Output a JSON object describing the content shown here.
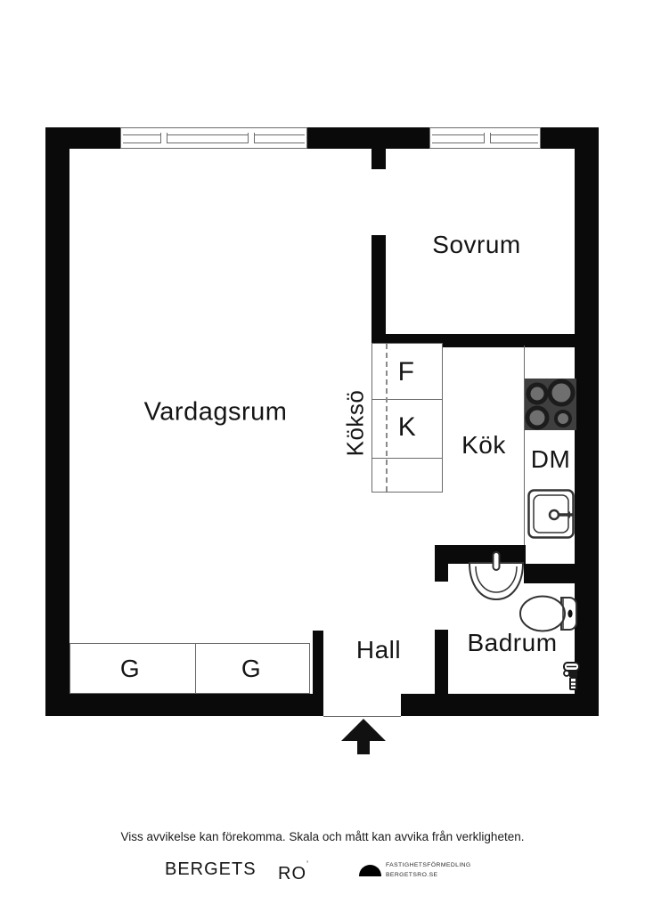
{
  "plan": {
    "rooms": {
      "vardagsrum": "Vardagsrum",
      "sovrum": "Sovrum",
      "kok": "Kök",
      "hall": "Hall",
      "badrum": "Badrum"
    },
    "fixtures": {
      "kokso": "Köksö",
      "freezer": "F",
      "fridge": "K",
      "dishwasher": "DM",
      "wardrobe_1": "G",
      "wardrobe_2": "G"
    }
  },
  "footer": {
    "disclaimer": "Viss avvikelse kan förekomma. Skala och mått kan avvika från verkligheten.",
    "brand": {
      "word_1": "BERGETS",
      "word_2": "RO",
      "mark": "’",
      "tagline_line_1": "FASTIGHETSFÖRMEDLING",
      "tagline_line_2": "BERGETSRO.SE"
    }
  },
  "colors": {
    "wall": "#0a0a0a",
    "thin_line": "#6b6b6b",
    "stove_body": "#3f3f3f",
    "burner_ring": "#1c1c1c",
    "burner_center": "#6f6f6f",
    "text": "#151515"
  }
}
